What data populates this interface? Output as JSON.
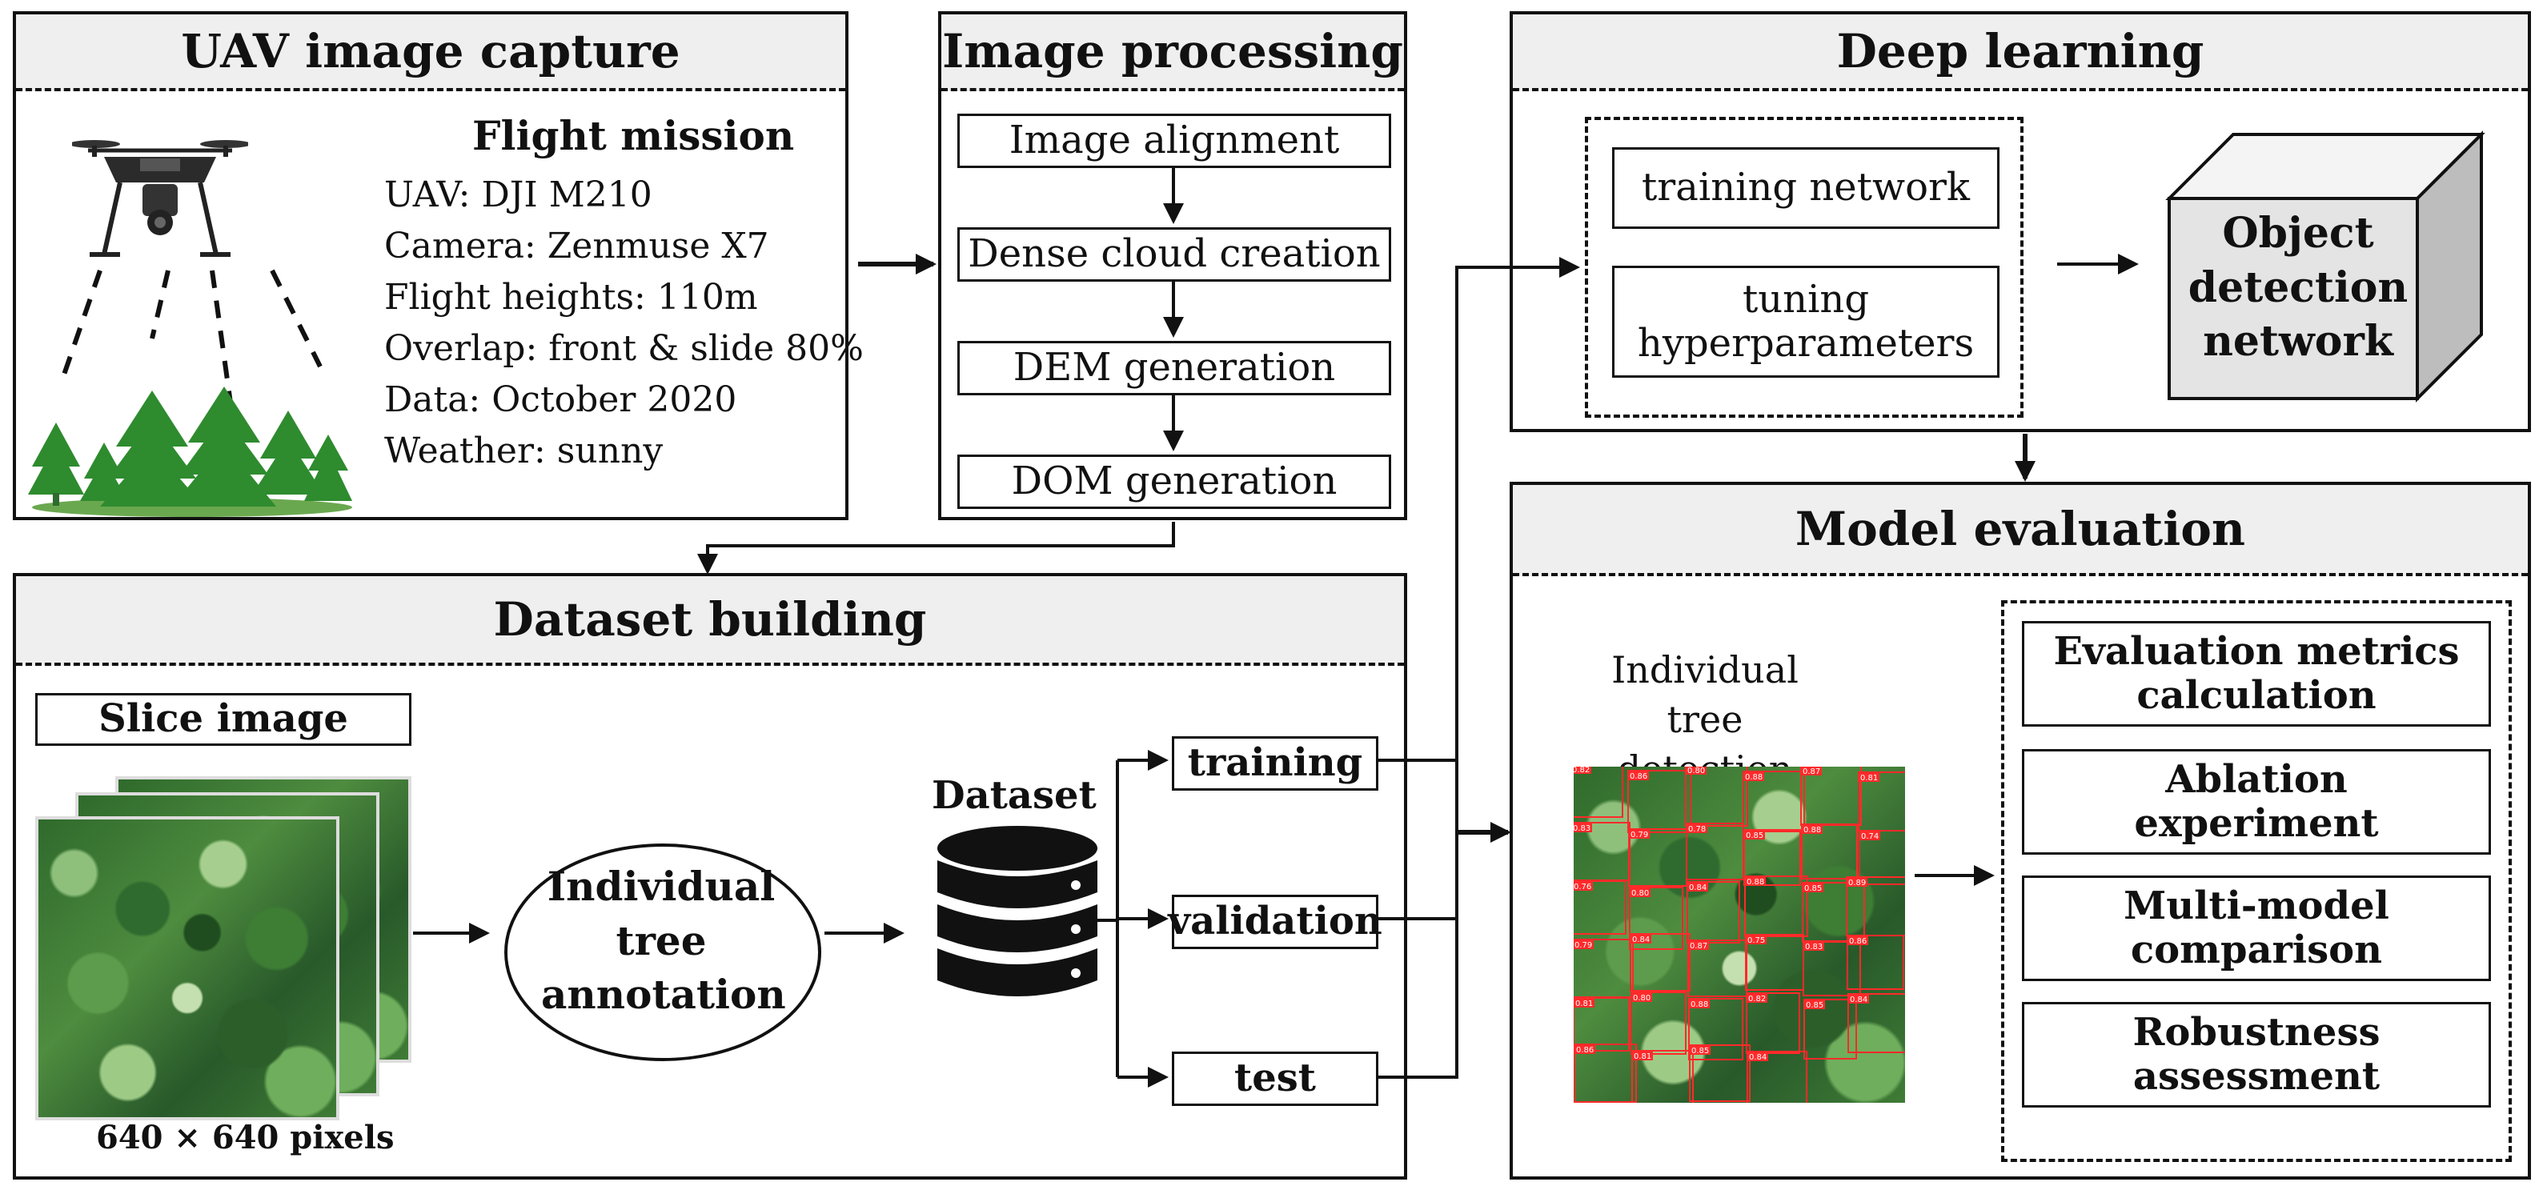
{
  "uav": {
    "title": "UAV image capture",
    "mission_title": "Flight mission",
    "lines": [
      "UAV: DJI M210",
      "Camera: Zenmuse X7",
      "Flight heights: 110m",
      "Overlap: front & slide 80%",
      "Data: October 2020",
      "Weather: sunny"
    ]
  },
  "processing": {
    "title": "Image processing",
    "steps": [
      "Image alignment",
      "Dense cloud creation",
      "DEM generation",
      "DOM generation"
    ]
  },
  "deep": {
    "title": "Deep learning",
    "training": "training network",
    "tuning": "tuning hyperparameters",
    "network": "Object detection network"
  },
  "dataset": {
    "title": "Dataset building",
    "slice": "Slice image",
    "size": "640 × 640 pixels",
    "annotation": "Individual tree annotation",
    "dataset_label": "Dataset",
    "splits": [
      "training",
      "validation",
      "test"
    ]
  },
  "model": {
    "title": "Model evaluation",
    "detection_label": "Individual tree detection",
    "detection_scores": [
      "0.82",
      "0.86",
      "0.80",
      "0.88",
      "0.87",
      "0.81",
      "0.83",
      "0.79",
      "0.78",
      "0.85",
      "0.88",
      "0.74",
      "0.76",
      "0.80",
      "0.84",
      "0.88",
      "0.85",
      "0.89",
      "0.79",
      "0.84",
      "0.87",
      "0.75",
      "0.83",
      "0.86",
      "0.81",
      "0.80",
      "0.88",
      "0.82",
      "0.85",
      "0.84",
      "0.86",
      "0.81",
      "0.85",
      "0.84"
    ],
    "items": [
      "Evaluation metrics calculation",
      "Ablation experiment",
      "Multi-model comparison",
      "Robustness assessment"
    ]
  }
}
